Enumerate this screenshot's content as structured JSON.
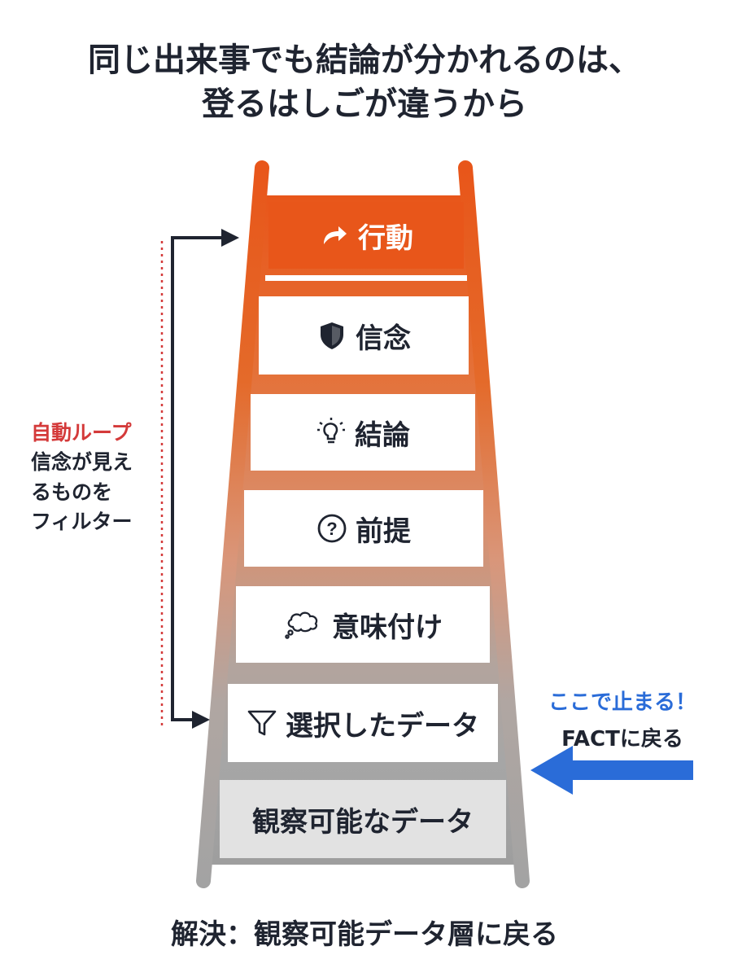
{
  "title": {
    "line1": "同じ出来事でも結論が分かれるのは、",
    "line2": "登るはしごが違うから"
  },
  "ladder": {
    "rungs": [
      {
        "label": "行動",
        "icon": "forward-arrow-icon"
      },
      {
        "label": "信念",
        "icon": "shield-icon"
      },
      {
        "label": "結論",
        "icon": "lightbulb-icon"
      },
      {
        "label": "前提",
        "icon": "question-icon"
      },
      {
        "label": "意味付け",
        "icon": "thought-bubble-icon"
      },
      {
        "label": "選択したデータ",
        "icon": "filter-icon"
      },
      {
        "label": "観察可能なデータ",
        "icon": ""
      }
    ],
    "colors": {
      "top": "#e8561a",
      "middle": "#e2875e",
      "bottom": "#a9a9a9",
      "base_panel": "#e2e2e2"
    }
  },
  "loop_note": {
    "heading": "自動ループ",
    "line1": "信念が見え",
    "line2": "るものを",
    "line3": "フィルター",
    "color": "#d43a3a"
  },
  "stop_note": {
    "line1": "ここで止まる！",
    "line2": "FACTに戻る",
    "color": "#2a6cd8"
  },
  "footer": "解決：観察可能データ層に戻る"
}
